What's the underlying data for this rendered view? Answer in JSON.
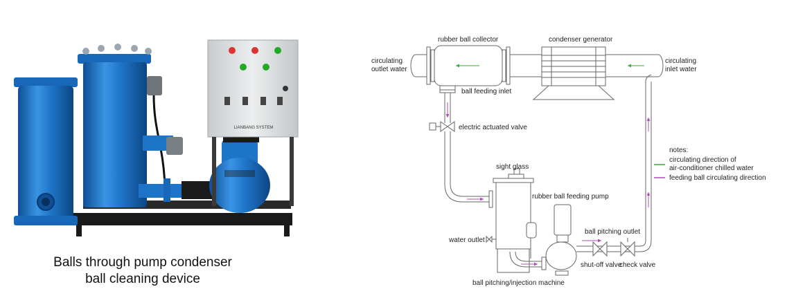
{
  "photo": {
    "caption_line1": "Balls through pump condenser",
    "caption_line2": "ball cleaning device",
    "panel_text": "LIANBANG SYSTEM"
  },
  "diagram": {
    "rubber_ball_collector": "rubber ball collector",
    "condenser_generator": "condenser generator",
    "outlet_water_1": "circulating",
    "outlet_water_2": "outlet water",
    "inlet_water_1": "circulating",
    "inlet_water_2": "inlet water",
    "ball_feeding_inlet": "ball feeding inlet",
    "electric_actuated_valve": "electric actuated valve",
    "sight_glass": "sight glass",
    "rubber_ball_feeding_pump": "rubber ball feeding pump",
    "ball_pitching_outlet": "ball pitching outlet",
    "water_outlet": "water outlet",
    "shut_off_valve": "shut-off valve",
    "check_valve": "check valve",
    "injection_machine": "ball pitching/injection machine",
    "notes": {
      "title": "notes:",
      "green_1": "circulating direction of",
      "green_2": "air-conditioner chilled water",
      "purple": "feeding ball circulating direction"
    }
  },
  "colors": {
    "equipment_blue": "#1e74c8",
    "frame_black": "#1a1a1a",
    "panel_grey": "#e0e2e4",
    "water_arrow_green": "#3aa83a",
    "ball_arrow_purple": "#b04fb8",
    "pipe_grey": "#666666"
  }
}
